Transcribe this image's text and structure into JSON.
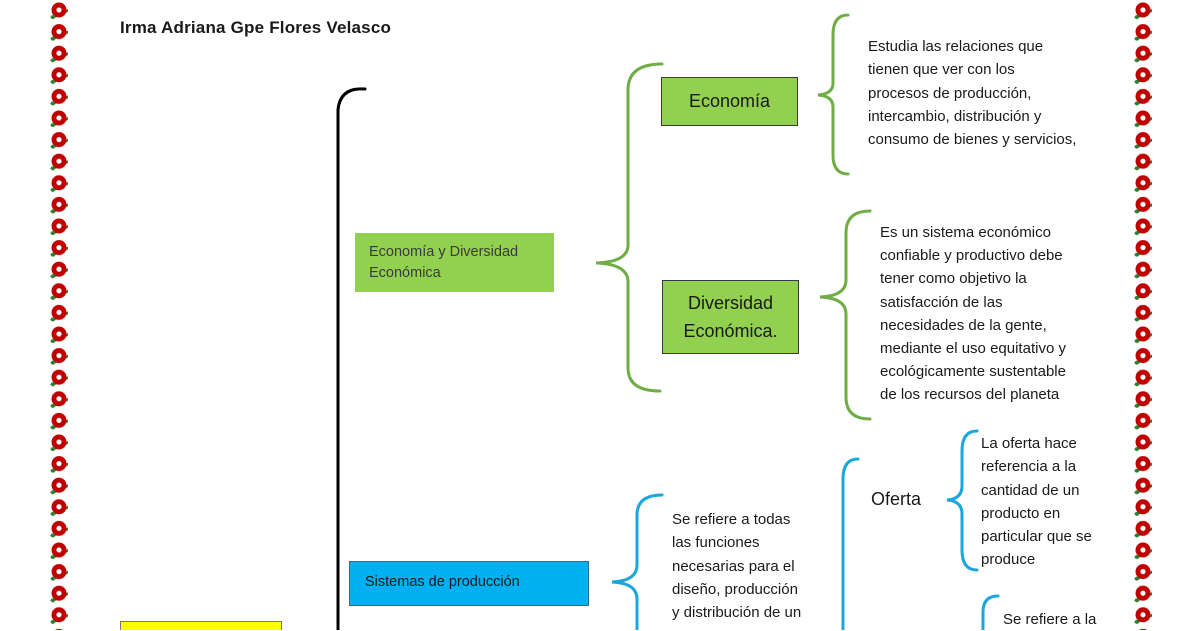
{
  "author": "Irma Adriana Gpe Flores Velasco",
  "colors": {
    "green_box": "#92d050",
    "blue_box": "#00b0f0",
    "yellow_box": "#ffff00",
    "green_brace": "#70ad47",
    "blue_brace": "#1ba6dd",
    "main_brace": "#000000",
    "border_flower": "#c00000",
    "border_leaf": "#2e7d32"
  },
  "branch_economia": {
    "label": "Economía y Diversidad Económica",
    "economia": {
      "label": "Economía",
      "description": [
        "Estudia las relaciones que",
        "tienen que ver con los",
        "procesos de producción,",
        "intercambio, distribución y",
        "consumo de bienes y servicios,"
      ]
    },
    "diversidad": {
      "label_lines": [
        "Diversidad",
        "Económica."
      ],
      "description": [
        "Es un sistema económico",
        "confiable y productivo debe",
        "tener como objetivo la",
        "satisfacción de las",
        "necesidades de la gente,",
        "mediante el uso equitativo y",
        "ecológicamente sustentable",
        "de los recursos del planeta"
      ]
    }
  },
  "branch_produccion": {
    "label": "Sistemas de producción",
    "description": [
      "Se refiere a todas",
      "las funciones",
      "necesarias para el",
      "diseño, producción",
      "y distribución de un"
    ],
    "oferta": {
      "label": "Oferta",
      "description": [
        "La oferta hace",
        "referencia a la",
        "cantidad de un",
        "producto en",
        "particular que se",
        "produce"
      ]
    },
    "next_description": [
      "Se refiere a la"
    ]
  }
}
